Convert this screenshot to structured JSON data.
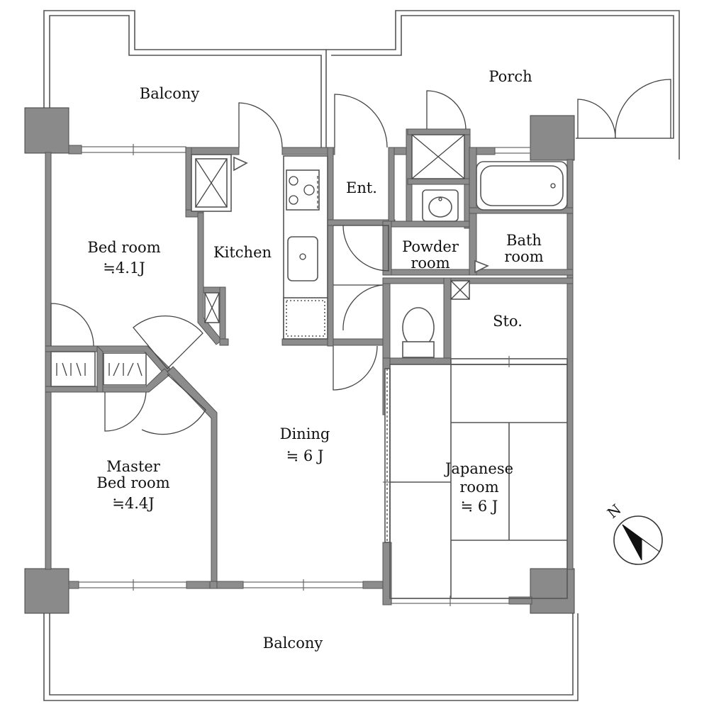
{
  "rooms": {
    "balcony_north": "Balcony",
    "porch": "Porch",
    "entrance": "Ent.",
    "kitchen": "Kitchen",
    "bedroom": {
      "name": "Bed room",
      "size": "≒4.1J"
    },
    "powder_room": {
      "line1": "Powder",
      "line2": "room"
    },
    "bath_room": {
      "line1": "Bath",
      "line2": "room"
    },
    "storage": "Sto.",
    "dining": {
      "name": "Dining",
      "size": "≒ 6 J"
    },
    "master_bedroom": {
      "line1": "Master",
      "line2": "Bed room",
      "size": "≒4.4J"
    },
    "japanese_room": {
      "line1": "Japanese",
      "line2": "room",
      "size": "≒ 6 J"
    },
    "balcony_south": "Balcony"
  },
  "compass": {
    "label": "N"
  }
}
